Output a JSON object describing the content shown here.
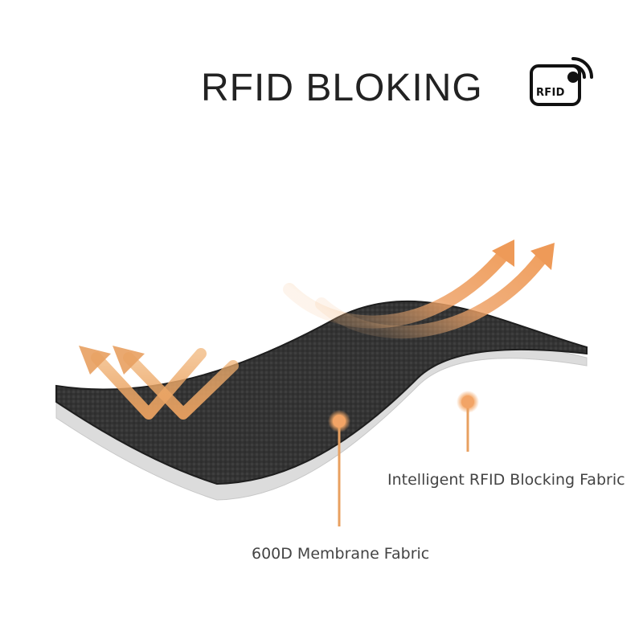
{
  "header": {
    "title": "RFID BLOKING"
  },
  "badge": {
    "label": "RFID",
    "icon": "rfid-signal-icon"
  },
  "callouts": [
    {
      "label": "Intelligent RFID Blocking Fabric"
    },
    {
      "label": "600D Membrane Fabric"
    }
  ],
  "colors": {
    "accent": "#f0a868",
    "fabric_dark": "#3a3a3a",
    "lining": "#d9d9d9",
    "text": "#444444"
  }
}
